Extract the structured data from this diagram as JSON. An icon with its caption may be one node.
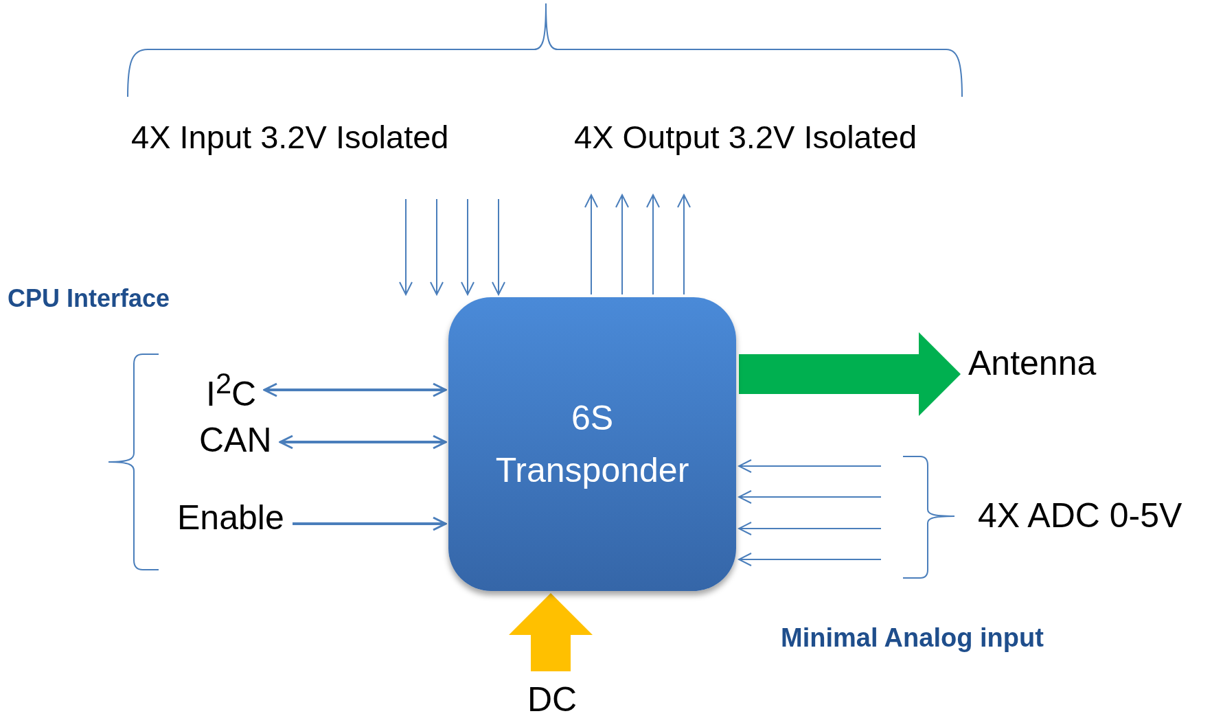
{
  "diagram": {
    "nodes": [
      {
        "text": [
          "6S Transponder"
        ]
      },
      {
        "text": [
          "I$^{2}$C"
        ]
      },
      {
        "text": [
          "CAN"
        ]
      },
      {
        "text": [
          "Enable"
        ]
      },
      {
        "text": [
          "Antenna"
        ]
      },
      {
        "text": [
          "DC"
        ]
      }
    ],
    "edges": [
      {
        "from": null,
        "to": 0,
        "arrow": "to"
      },
      {
        "from": null,
        "to": 0,
        "arrow": "to"
      },
      {
        "from": null,
        "to": 0,
        "arrow": "to"
      },
      {
        "from": null,
        "to": 0,
        "arrow": "to"
      },
      {
        "from": 0,
        "to": null,
        "arrow": "to"
      },
      {
        "from": 0,
        "to": null,
        "arrow": "to"
      },
      {
        "from": 0,
        "to": null,
        "arrow": "to"
      },
      {
        "from": 0,
        "to": null,
        "arrow": "to"
      },
      {
        "from": 1,
        "to": 0,
        "arrow": "both"
      },
      {
        "from": 2,
        "to": 0,
        "arrow": "both"
      },
      {
        "from": 3,
        "to": 0,
        "arrow": "to"
      },
      {
        "from": 0,
        "to": 4,
        "arrow": "to",
        "style": "thick",
        "color": "#00b050"
      },
      {
        "from": null,
        "to": 0,
        "arrow": "to"
      },
      {
        "from": null,
        "to": 0,
        "arrow": "to"
      },
      {
        "from": null,
        "to": 0,
        "arrow": "to"
      },
      {
        "from": null,
        "to": 0,
        "arrow": "to"
      },
      {
        "from": 5,
        "to": 0,
        "arrow": "to",
        "style": "thick",
        "color": "#ffc000"
      }
    ],
    "labels": [
      "4X Input 3.2V Isolated",
      "4X Output 3.2V Isolated",
      "CPU Interface",
      "4X ADC 0-5V",
      "Minimal Analog input"
    ]
  }
}
